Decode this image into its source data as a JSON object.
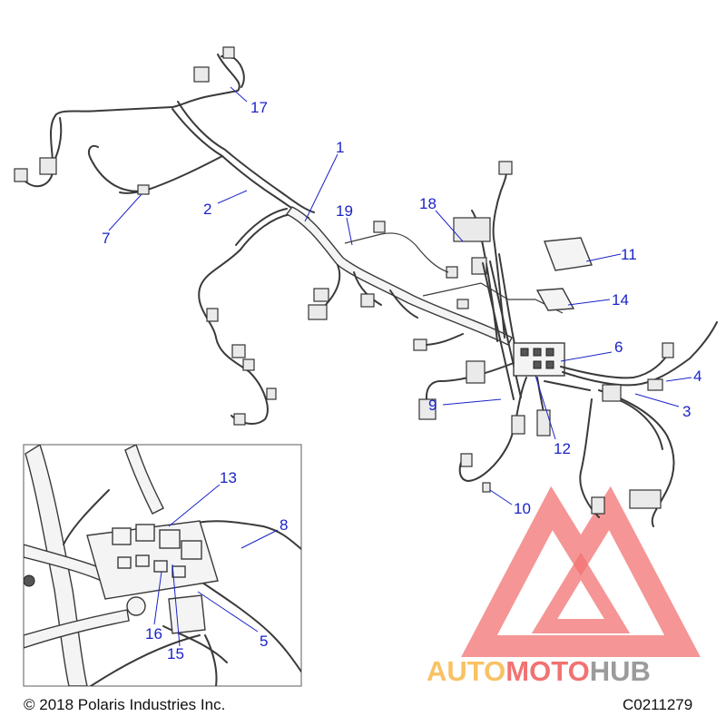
{
  "callouts": [
    {
      "id": "1",
      "label": "1"
    },
    {
      "id": "2",
      "label": "2"
    },
    {
      "id": "3",
      "label": "3"
    },
    {
      "id": "4",
      "label": "4"
    },
    {
      "id": "5",
      "label": "5"
    },
    {
      "id": "6",
      "label": "6"
    },
    {
      "id": "7",
      "label": "7"
    },
    {
      "id": "8",
      "label": "8"
    },
    {
      "id": "9",
      "label": "9"
    },
    {
      "id": "10",
      "label": "10"
    },
    {
      "id": "11",
      "label": "11"
    },
    {
      "id": "12",
      "label": "12"
    },
    {
      "id": "13",
      "label": "13"
    },
    {
      "id": "14",
      "label": "14"
    },
    {
      "id": "15",
      "label": "15"
    },
    {
      "id": "16",
      "label": "16"
    },
    {
      "id": "17",
      "label": "17"
    },
    {
      "id": "18",
      "label": "18"
    },
    {
      "id": "19",
      "label": "19"
    }
  ],
  "footer": {
    "copyright": "© 2018 Polaris Industries Inc.",
    "code": "C0211279"
  },
  "watermark": {
    "part1": "AUTO",
    "part2": "MOTO",
    "part3": "HUB",
    "colors": {
      "triangle": "#f05a5a",
      "auto": "#f7b84a",
      "moto": "#f05a5a",
      "hub": "#8a8a8a"
    }
  },
  "colors": {
    "callout": "#1a23c8",
    "line": "#3a3a3a"
  }
}
